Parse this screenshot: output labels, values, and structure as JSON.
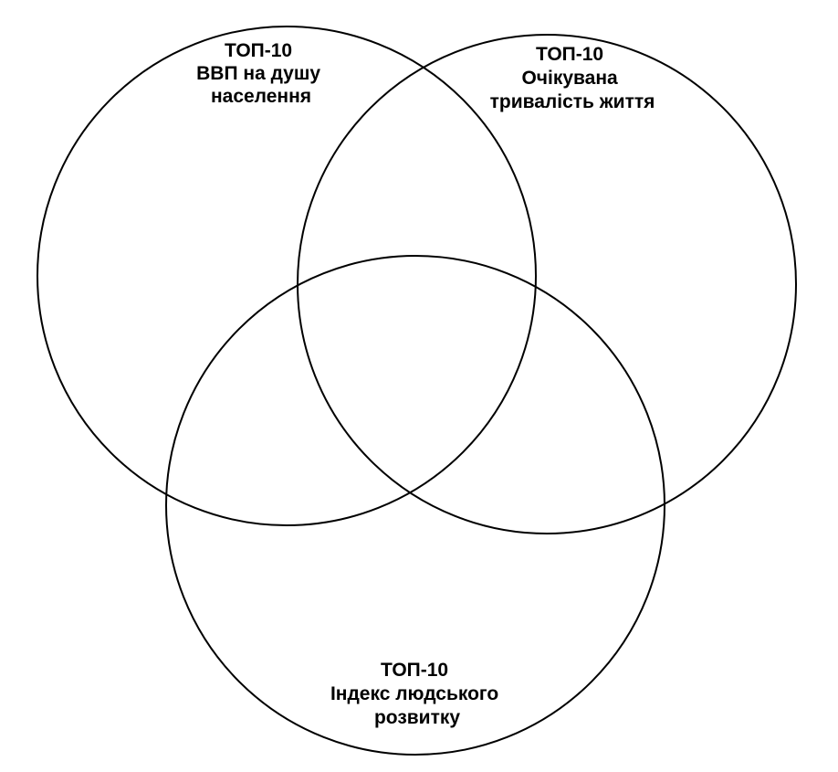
{
  "diagram": {
    "type": "venn",
    "sets": [
      {
        "id": "gdp",
        "lines": [
          "ТОП-10",
          "ВВП на душу",
          "населення"
        ]
      },
      {
        "id": "life",
        "lines": [
          "ТОП-10",
          "Очікувана",
          "тривалість життя"
        ]
      },
      {
        "id": "hdi",
        "lines": [
          "ТОП-10",
          "Індекс людського",
          "розвитку"
        ]
      }
    ],
    "colors": {
      "stroke": "#000000",
      "background": "#ffffff"
    }
  }
}
